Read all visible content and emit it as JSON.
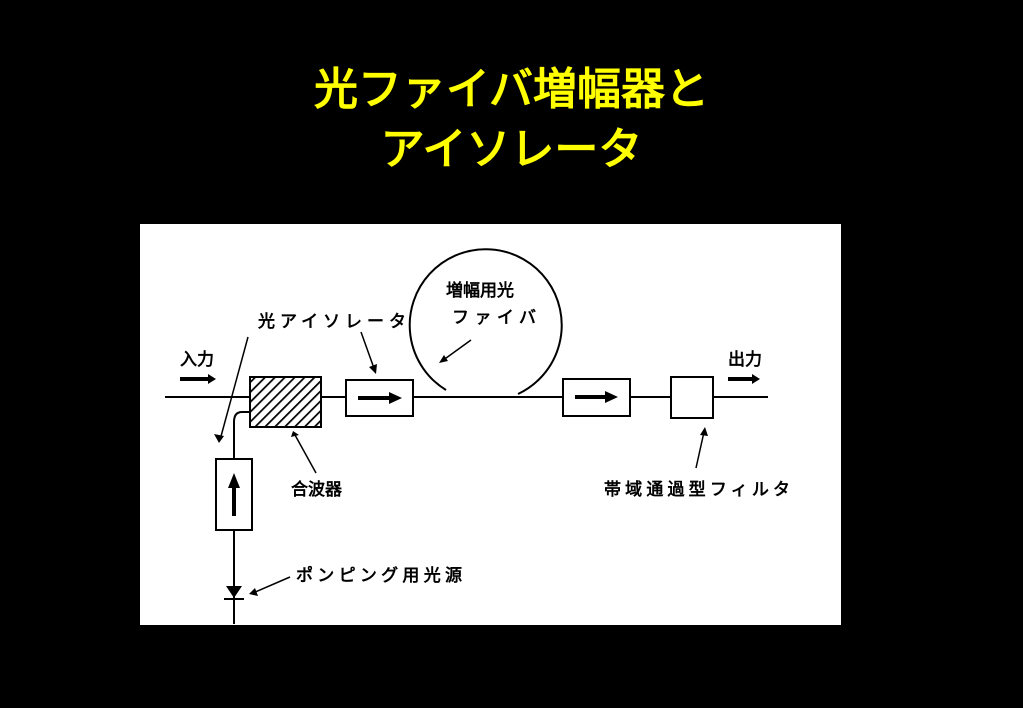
{
  "title": {
    "line1": "光ファイバ増幅器と",
    "line2": "アイソレータ"
  },
  "diagram": {
    "labels": {
      "input": "入力",
      "output": "出力",
      "optical_isolator": "光アイソレータ",
      "amp_fiber_line1": "増幅用光",
      "amp_fiber_line2": "ファイバ",
      "combiner": "合波器",
      "bandpass_filter": "帯域通過型フィルタ",
      "pump_source": "ポンピング用光源"
    }
  }
}
